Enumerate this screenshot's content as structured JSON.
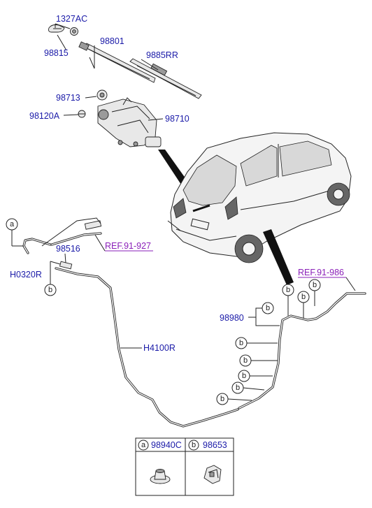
{
  "labels": {
    "p1327ac": "1327AC",
    "p98815": "98815",
    "p98801": "98801",
    "p9885rr": "9885RR",
    "p98713": "98713",
    "p98120a": "98120A",
    "p98710": "98710",
    "p98516": "98516",
    "ph0320r": "H0320R",
    "ph4100r": "H4100R",
    "p98980": "98980"
  },
  "refs": {
    "ref_left": "REF.91-927",
    "ref_right": "REF.91-986"
  },
  "callouts": {
    "a": "a",
    "b": "b"
  },
  "legend": {
    "a_letter": "a",
    "a_part": "98940C",
    "b_letter": "b",
    "b_part": "98653"
  }
}
